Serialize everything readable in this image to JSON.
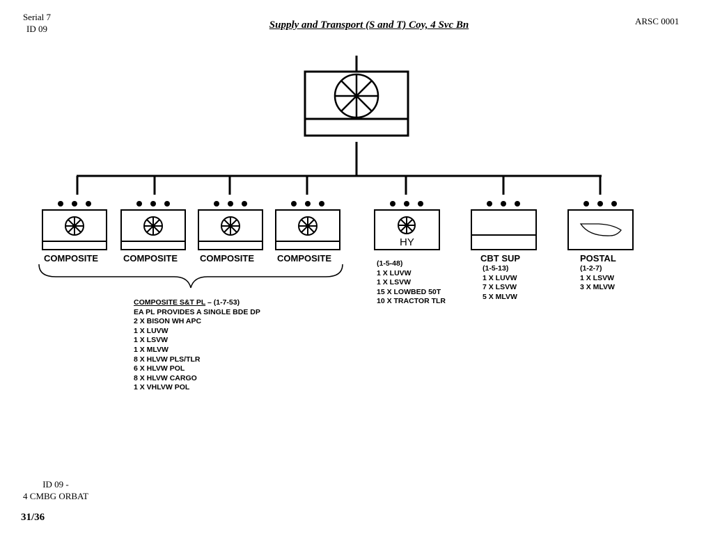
{
  "header": {
    "serial_line1": "Serial 7",
    "serial_line2": "ID 09",
    "title": "Supply and Transport (S and T) Coy, 4 Svc Bn",
    "ref": "ARSC 0001"
  },
  "hq": {
    "symbol": "supply-wheel-symbol"
  },
  "units": [
    {
      "label": "COMPOSITE",
      "symbol": "supply-wheel-symbol",
      "echelon": "platoon (•••)"
    },
    {
      "label": "COMPOSITE",
      "symbol": "supply-wheel-symbol",
      "echelon": "platoon (•••)"
    },
    {
      "label": "COMPOSITE",
      "symbol": "supply-wheel-symbol",
      "echelon": "platoon (•••)"
    },
    {
      "label": "COMPOSITE",
      "symbol": "supply-wheel-symbol",
      "echelon": "platoon (•••)"
    },
    {
      "label": "HY",
      "symbol": "supply-wheel-symbol",
      "echelon": "platoon (•••)"
    },
    {
      "label": "CBT SUP",
      "symbol": "blank",
      "echelon": "platoon (•••)"
    },
    {
      "label": "POSTAL",
      "symbol": "horn-symbol",
      "echelon": "platoon (•••)"
    }
  ],
  "composite_details": {
    "heading": "COMPOSITE S&T PL",
    "strength": " – (1-7-53)",
    "lines": [
      "EA PL PROVIDES A SINGLE BDE DP",
      "2 X BISON WH APC",
      "1 X LUVW",
      "1 X LSVW",
      "1 X MLVW",
      "8 X HLVW PLS/TLR",
      "6 X HLVW POL",
      "8 X HLVW CARGO",
      "1 X VHLVW POL"
    ]
  },
  "hy_details": [
    "(1-5-48)",
    "1 X LUVW",
    "1 X LSVW",
    "15 X LOWBED 50T",
    "10 X TRACTOR TLR"
  ],
  "cbt_sup_details": [
    "(1-5-13)",
    "1 X LUVW",
    "7 X LSVW",
    "5 X MLVW"
  ],
  "postal_details": [
    "(1-2-7)",
    "1 X LSVW",
    "3 X MLVW"
  ],
  "footer": {
    "ref_line1": "ID 09 -",
    "ref_line2": "4 CMBG ORBAT",
    "page": "31/36"
  }
}
